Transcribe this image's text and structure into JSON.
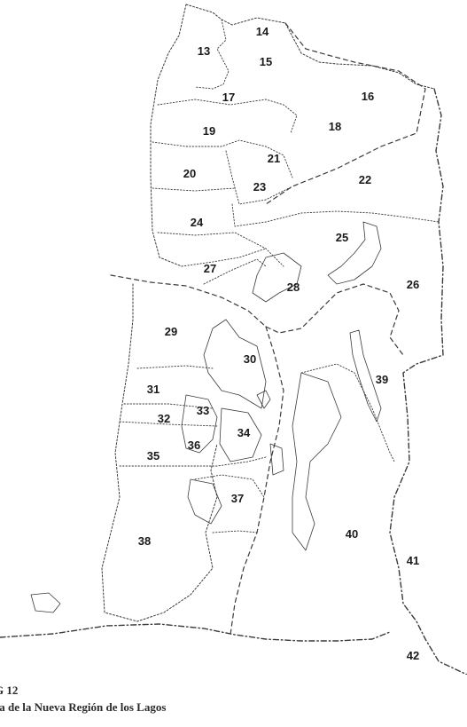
{
  "map": {
    "zones": [
      {
        "id": "13",
        "label": "13"
      },
      {
        "id": "14",
        "label": "14"
      },
      {
        "id": "15",
        "label": "15"
      },
      {
        "id": "16",
        "label": "16"
      },
      {
        "id": "17",
        "label": "17"
      },
      {
        "id": "18",
        "label": "18"
      },
      {
        "id": "19",
        "label": "19"
      },
      {
        "id": "20",
        "label": "20"
      },
      {
        "id": "21",
        "label": "21"
      },
      {
        "id": "22",
        "label": "22"
      },
      {
        "id": "23",
        "label": "23"
      },
      {
        "id": "24",
        "label": "24"
      },
      {
        "id": "25",
        "label": "25"
      },
      {
        "id": "26",
        "label": "26"
      },
      {
        "id": "27",
        "label": "27"
      },
      {
        "id": "28",
        "label": "28"
      },
      {
        "id": "29",
        "label": "29"
      },
      {
        "id": "30",
        "label": "30"
      },
      {
        "id": "31",
        "label": "31"
      },
      {
        "id": "32",
        "label": "32"
      },
      {
        "id": "33",
        "label": "33"
      },
      {
        "id": "34",
        "label": "34"
      },
      {
        "id": "35",
        "label": "35"
      },
      {
        "id": "36",
        "label": "36"
      },
      {
        "id": "37",
        "label": "37"
      },
      {
        "id": "38",
        "label": "38"
      },
      {
        "id": "39",
        "label": "39"
      },
      {
        "id": "40",
        "label": "40"
      },
      {
        "id": "41",
        "label": "41"
      },
      {
        "id": "42",
        "label": "42"
      }
    ],
    "line_color": "#3a3a3a"
  },
  "caption": {
    "figure": "G 12",
    "title": "pa de la Nueva Región de los Lagos"
  }
}
